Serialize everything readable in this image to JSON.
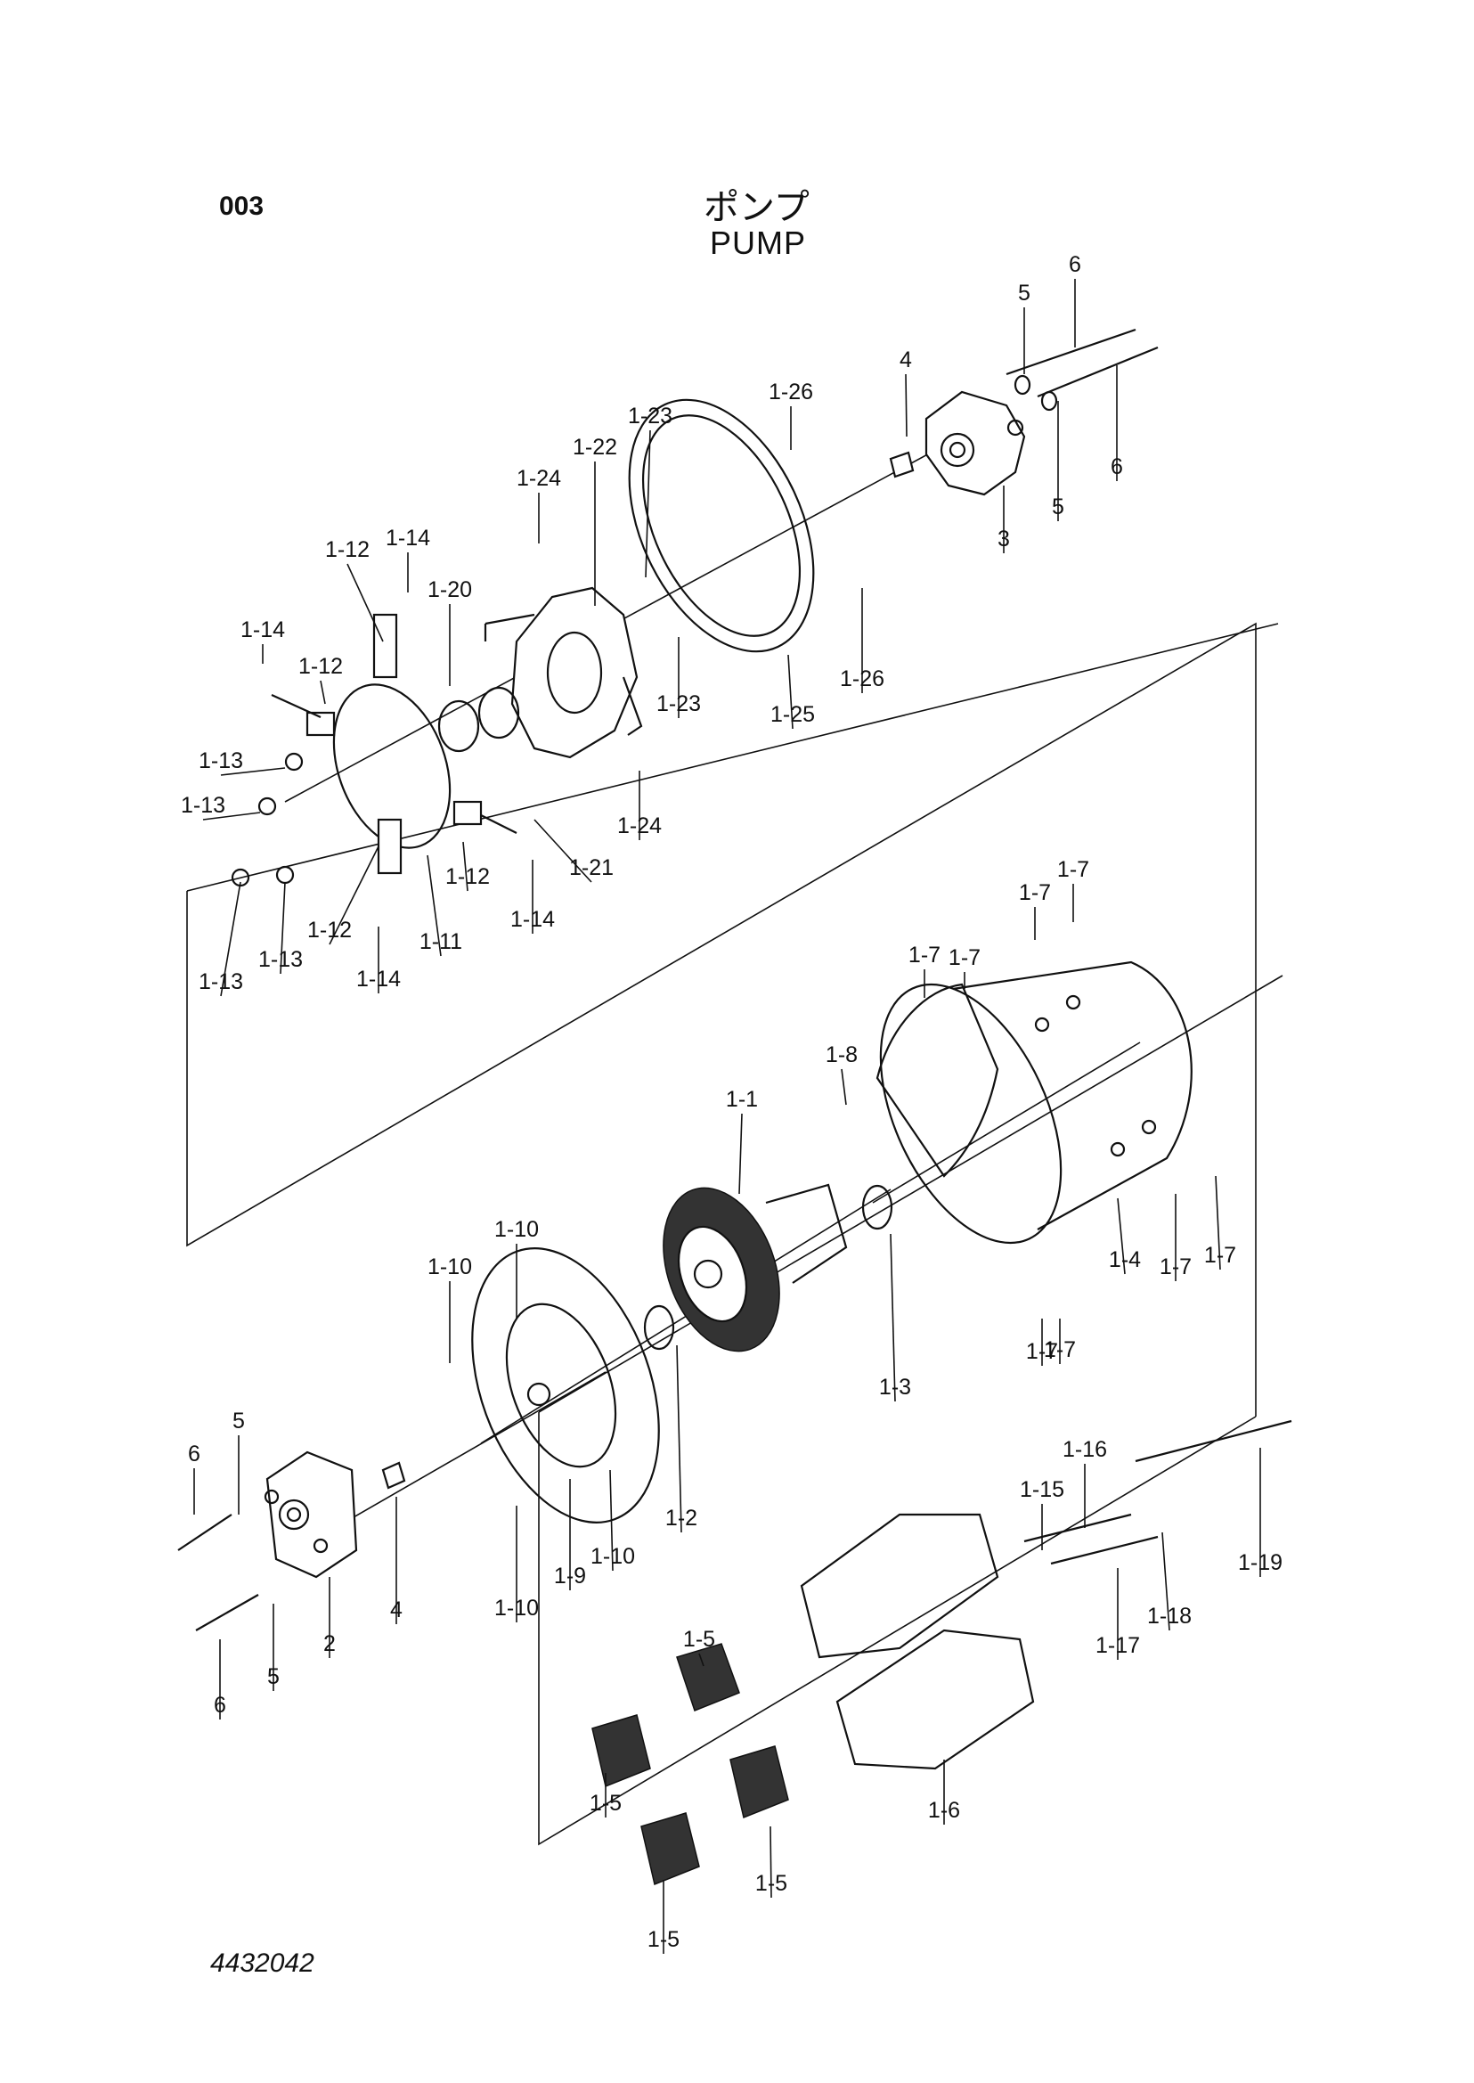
{
  "header": {
    "page_number": "003",
    "title_jp": "ポンプ",
    "title_en": "PUMP"
  },
  "footer": {
    "drawing_number": "4432042"
  },
  "callouts": [
    {
      "id": "c1",
      "text": "1-26"
    },
    {
      "id": "c2",
      "text": "1-23"
    },
    {
      "id": "c3",
      "text": "1-22"
    },
    {
      "id": "c4",
      "text": "1-24"
    },
    {
      "id": "c5",
      "text": "1-14"
    },
    {
      "id": "c6",
      "text": "1-12"
    },
    {
      "id": "c7",
      "text": "1-20"
    },
    {
      "id": "c8",
      "text": "1-14"
    },
    {
      "id": "c9",
      "text": "1-12"
    },
    {
      "id": "c10",
      "text": "1-13"
    },
    {
      "id": "c11",
      "text": "1-13"
    },
    {
      "id": "c12",
      "text": "1-13"
    },
    {
      "id": "c13",
      "text": "1-13"
    },
    {
      "id": "c14",
      "text": "1-12"
    },
    {
      "id": "c15",
      "text": "1-11"
    },
    {
      "id": "c16",
      "text": "1-14"
    },
    {
      "id": "c17",
      "text": "1-12"
    },
    {
      "id": "c18",
      "text": "1-14"
    },
    {
      "id": "c19",
      "text": "1-21"
    },
    {
      "id": "c20",
      "text": "1-24"
    },
    {
      "id": "c21",
      "text": "1-23"
    },
    {
      "id": "c22",
      "text": "1-25"
    },
    {
      "id": "c23",
      "text": "1-26"
    },
    {
      "id": "c24",
      "text": "4"
    },
    {
      "id": "c25",
      "text": "5"
    },
    {
      "id": "c26",
      "text": "6"
    },
    {
      "id": "c27",
      "text": "6"
    },
    {
      "id": "c28",
      "text": "5"
    },
    {
      "id": "c29",
      "text": "3"
    },
    {
      "id": "c30",
      "text": "1-7"
    },
    {
      "id": "c31",
      "text": "1-7"
    },
    {
      "id": "c32",
      "text": "1-7"
    },
    {
      "id": "c33",
      "text": "1-7"
    },
    {
      "id": "c34",
      "text": "1-8"
    },
    {
      "id": "c35",
      "text": "1-1"
    },
    {
      "id": "c36",
      "text": "1-4"
    },
    {
      "id": "c37",
      "text": "1-7"
    },
    {
      "id": "c38",
      "text": "1-7"
    },
    {
      "id": "c39",
      "text": "1-7"
    },
    {
      "id": "c40",
      "text": "1-7"
    },
    {
      "id": "c41",
      "text": "1-3"
    },
    {
      "id": "c42",
      "text": "1-10"
    },
    {
      "id": "c43",
      "text": "1-10"
    },
    {
      "id": "c44",
      "text": "1-2"
    },
    {
      "id": "c45",
      "text": "1-10"
    },
    {
      "id": "c46",
      "text": "1-9"
    },
    {
      "id": "c47",
      "text": "1-10"
    },
    {
      "id": "c48",
      "text": "6"
    },
    {
      "id": "c49",
      "text": "5"
    },
    {
      "id": "c50",
      "text": "4"
    },
    {
      "id": "c51",
      "text": "2"
    },
    {
      "id": "c52",
      "text": "5"
    },
    {
      "id": "c53",
      "text": "6"
    },
    {
      "id": "c54",
      "text": "1-16"
    },
    {
      "id": "c55",
      "text": "1-15"
    },
    {
      "id": "c56",
      "text": "1-19"
    },
    {
      "id": "c57",
      "text": "1-18"
    },
    {
      "id": "c58",
      "text": "1-17"
    },
    {
      "id": "c59",
      "text": "1-5"
    },
    {
      "id": "c60",
      "text": "1-5"
    },
    {
      "id": "c61",
      "text": "1-6"
    },
    {
      "id": "c62",
      "text": "1-5"
    },
    {
      "id": "c63",
      "text": "1-5"
    }
  ]
}
